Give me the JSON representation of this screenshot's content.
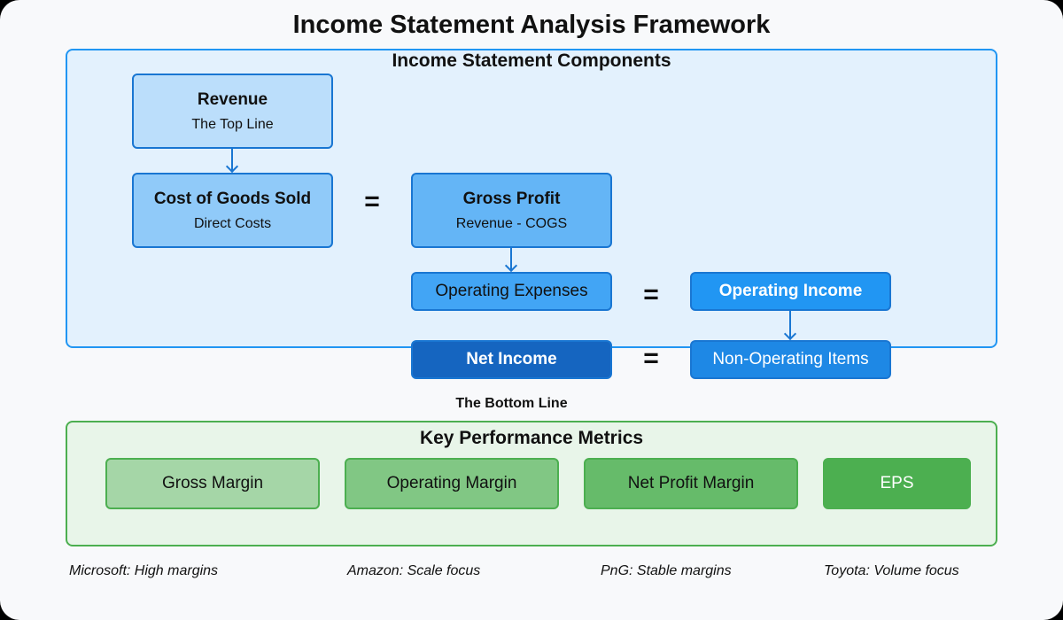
{
  "title": "Income Statement Analysis Framework",
  "components": {
    "title": "Income Statement Components",
    "revenue": {
      "label": "Revenue",
      "sub": "The Top Line",
      "color": "#bbdefb"
    },
    "cogs": {
      "label": "Cost of Goods Sold",
      "sub": "Direct Costs",
      "color": "#90caf9"
    },
    "gross_profit": {
      "label": "Gross Profit",
      "sub": "Revenue - COGS",
      "color": "#64b5f6"
    },
    "operating_expenses": {
      "label": "Operating Expenses",
      "color": "#42a5f5"
    },
    "operating_income": {
      "label": "Operating Income",
      "color": "#2196f3"
    },
    "non_operating_items": {
      "label": "Non-Operating Items",
      "color": "#1e88e5"
    },
    "net_income": {
      "label": "Net Income",
      "caption": "The Bottom Line",
      "color": "#1565c0"
    },
    "equals": "="
  },
  "metrics": {
    "title": "Key Performance Metrics",
    "items": [
      {
        "label": "Gross Margin",
        "color": "#a5d6a7"
      },
      {
        "label": "Operating Margin",
        "color": "#81c784"
      },
      {
        "label": "Net Profit Margin",
        "color": "#66bb6a"
      },
      {
        "label": "EPS",
        "color": "#4caf50"
      }
    ]
  },
  "examples": [
    "Microsoft: High margins",
    "Amazon: Scale focus",
    "PnG: Stable margins",
    "Toyota: Volume focus"
  ],
  "colors": {
    "blue_border": "#2196f3",
    "blue_bg": "#e3f1fd",
    "node_border": "#1976d2",
    "green_border": "#4caf50",
    "green_bg": "#e8f5e9"
  }
}
